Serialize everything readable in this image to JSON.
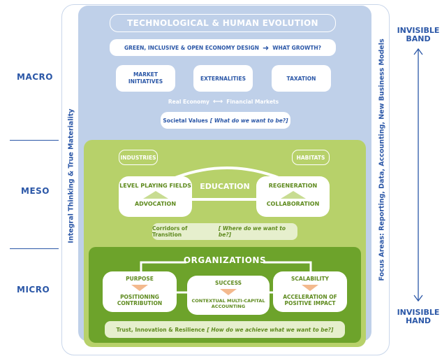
{
  "levels": {
    "macro": "MACRO",
    "meso": "MESO",
    "micro": "MICRO"
  },
  "side": {
    "left": "Integral Thinking & True Materiality",
    "right": "Focus Areas: Reporting, Data, Accounting, New Business Models"
  },
  "bands": {
    "top": [
      "INVISIBLE",
      "BAND"
    ],
    "bottom": [
      "INVISIBLE",
      "HAND"
    ]
  },
  "macro": {
    "title": "TECHNOLOGICAL & HUMAN EVOLUTION",
    "growth_left": "GREEN, INCLUSIVE & OPEN ECONOMY DESIGN",
    "growth_right": "WHAT GROWTH?",
    "pills": [
      {
        "line1": "MARKET",
        "line2": "INITIATIVES"
      },
      {
        "line1": "EXTERNALITIES",
        "line2": ""
      },
      {
        "line1": "TAXATION",
        "line2": ""
      }
    ],
    "economy_left": "Real Economy",
    "economy_right": "Financial Markets",
    "values_text": "Societal Values",
    "values_question": "[ What do we want to be?]"
  },
  "meso": {
    "industries": "INDUSTRIES",
    "habitats": "HABITATS",
    "education": "EDUCATION",
    "left_node": {
      "top": "LEVEL PLAYING FIELDS",
      "bottom": "ADVOCATION"
    },
    "right_node": {
      "top": "REGENERATION",
      "bottom": "COLLABORATION"
    },
    "corridor_text": "Corridors of Transition",
    "corridor_question": "[ Where do we want to be?]"
  },
  "micro": {
    "title": "ORGANIZATIONS",
    "nodes": [
      {
        "top": "PURPOSE",
        "bottom1": "POSITIONING",
        "bottom2": "CONTRIBUTION"
      },
      {
        "top": "SUCCESS",
        "bottom1": "CONTEXTUAL MULTI-CAPITAL",
        "bottom2": "ACCOUNTING"
      },
      {
        "top": "SCALABILITY",
        "bottom1": "ACCELERATION OF",
        "bottom2": "POSITIVE IMPACT"
      }
    ],
    "trust_text": "Trust, Innovation & Resilience",
    "trust_question": "[ How do we achieve what we want to be?]"
  },
  "colors": {
    "blue": "#2b57a7",
    "macro_bg": "#bfd0e9",
    "meso_bg": "#b7d16a",
    "micro_bg": "#6da32b",
    "accent_orange": "#f3b98d"
  }
}
